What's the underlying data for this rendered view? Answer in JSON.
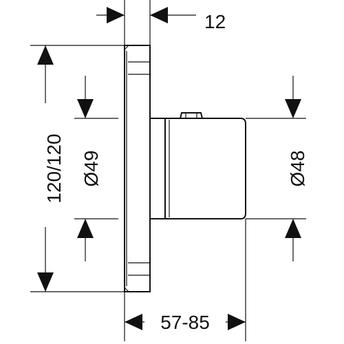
{
  "dimensions": {
    "faceplate_thickness": "12",
    "overall_height": "120/120",
    "body_diameter": "Ø49",
    "handle_diameter": "Ø48",
    "depth_range": "57-85"
  },
  "colors": {
    "line": "#111111",
    "background": "#ffffff"
  }
}
